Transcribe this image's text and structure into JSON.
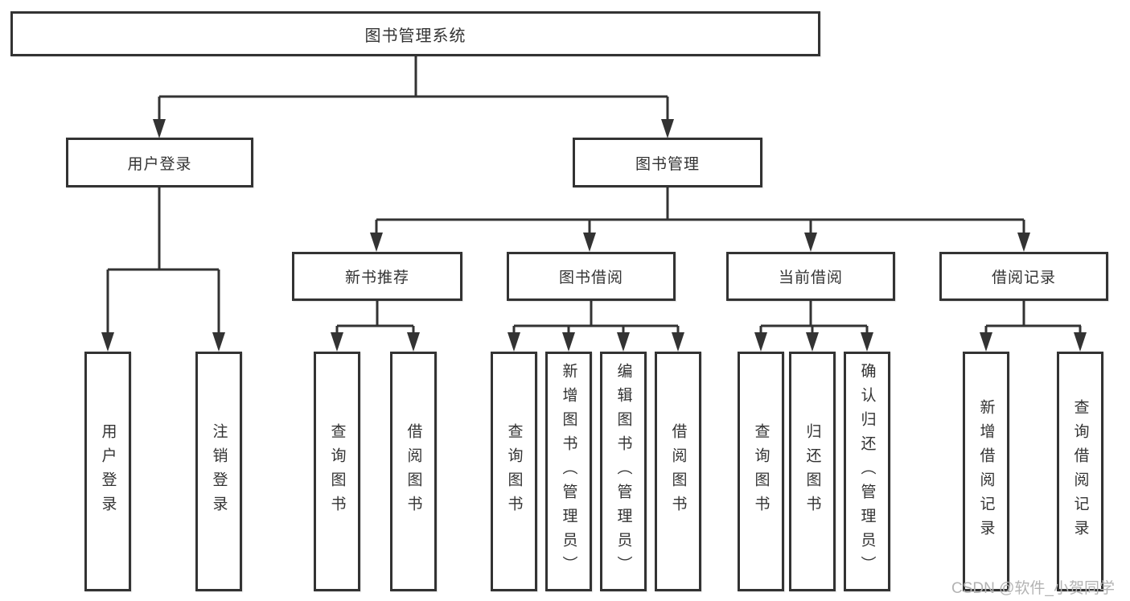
{
  "tree": {
    "root": {
      "label": "图书管理系统"
    },
    "children": [
      {
        "label": "用户登录",
        "children": [
          {
            "label": "用户登录"
          },
          {
            "label": "注销登录"
          }
        ]
      },
      {
        "label": "图书管理",
        "children": [
          {
            "label": "新书推荐",
            "children": [
              {
                "label": "查询图书"
              },
              {
                "label": "借阅图书"
              }
            ]
          },
          {
            "label": "图书借阅",
            "children": [
              {
                "label": "查询图书"
              },
              {
                "label": "新增图书（管理员）"
              },
              {
                "label": "编辑图书（管理员）"
              },
              {
                "label": "借阅图书"
              }
            ]
          },
          {
            "label": "当前借阅",
            "children": [
              {
                "label": "查询图书"
              },
              {
                "label": "归还图书"
              },
              {
                "label": "确认归还（管理员）"
              }
            ]
          },
          {
            "label": "借阅记录",
            "children": [
              {
                "label": "新增借阅记录"
              },
              {
                "label": "查询借阅记录"
              }
            ]
          }
        ]
      }
    ]
  },
  "watermark": {
    "text": "CSDN @软件_小贺同学"
  },
  "colors": {
    "line": "#333333",
    "box_border": "#333333",
    "text": "#333333",
    "background": "#ffffff",
    "watermark": "#b3b3b3"
  }
}
